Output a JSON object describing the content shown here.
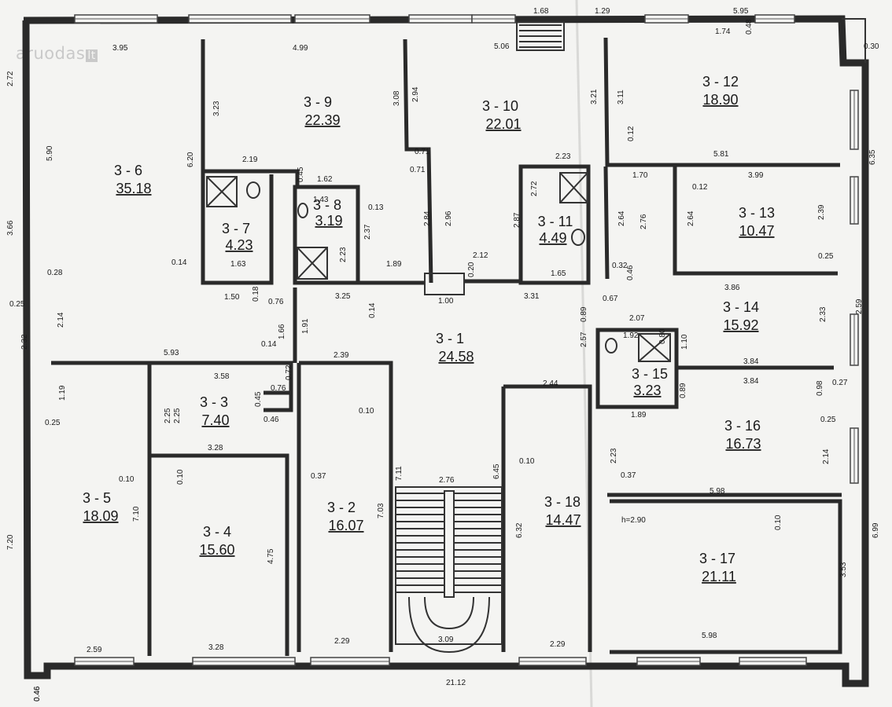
{
  "watermark": {
    "text": "aruodas",
    "suffix": "lt"
  },
  "rooms": [
    {
      "id": "room-3-1",
      "label": "3 - 1",
      "area": "24.58"
    },
    {
      "id": "room-3-2",
      "label": "3 - 2",
      "area": "16.07"
    },
    {
      "id": "room-3-3",
      "label": "3 - 3",
      "area": "7.40"
    },
    {
      "id": "room-3-4",
      "label": "3 - 4",
      "area": "15.60"
    },
    {
      "id": "room-3-5",
      "label": "3 - 5",
      "area": "18.09"
    },
    {
      "id": "room-3-6",
      "label": "3 - 6",
      "area": "35.18"
    },
    {
      "id": "room-3-7",
      "label": "3 - 7",
      "area": "4.23"
    },
    {
      "id": "room-3-8",
      "label": "3 - 8",
      "area": "3.19"
    },
    {
      "id": "room-3-9",
      "label": "3 - 9",
      "area": "22.39"
    },
    {
      "id": "room-3-10",
      "label": "3 - 10",
      "area": "22.01"
    },
    {
      "id": "room-3-11",
      "label": "3 - 11",
      "area": "4.49"
    },
    {
      "id": "room-3-12",
      "label": "3 - 12",
      "area": "18.90"
    },
    {
      "id": "room-3-13",
      "label": "3 - 13",
      "area": "10.47"
    },
    {
      "id": "room-3-14",
      "label": "3 - 14",
      "area": "15.92"
    },
    {
      "id": "room-3-15",
      "label": "3 - 15",
      "area": "3.23"
    },
    {
      "id": "room-3-16",
      "label": "3 - 16",
      "area": "16.73"
    },
    {
      "id": "room-3-17",
      "label": "3 - 17",
      "area": "21.11"
    },
    {
      "id": "room-3-18",
      "label": "3 - 18",
      "area": "14.47"
    }
  ],
  "dimensions": [
    "3.95",
    "4.99",
    "5.06",
    "1.68",
    "1.29",
    "5.95",
    "0.30",
    "1.74",
    "0.48",
    "2.72",
    "5.90",
    "6.20",
    "3.23",
    "3.08",
    "2.94",
    "3.21",
    "3.11",
    "6.35",
    "3.66",
    "0.28",
    "2.14",
    "2.32",
    "0.25",
    "7.20",
    "0.46",
    "2.19",
    "0.45",
    "1.62",
    "1.43",
    "0.13",
    "0.71",
    "0.71",
    "2.23",
    "2.72",
    "0.12",
    "1.70",
    "3.99",
    "5.81",
    "0.12",
    "2.37",
    "2.23",
    "2.84",
    "2.96",
    "2.87",
    "2.64",
    "2.76",
    "2.64",
    "2.39",
    "0.14",
    "1.63",
    "1.89",
    "2.12",
    "0.20",
    "1.65",
    "0.32",
    "0.46",
    "0.25",
    "3.86",
    "1.50",
    "0.18",
    "0.76",
    "3.25",
    "0.14",
    "1.00",
    "3.31",
    "0.67",
    "0.89",
    "2.07",
    "2.33",
    "2.59",
    "1.66",
    "1.91",
    "0.14",
    "5.93",
    "2.39",
    "2.57",
    "1.92",
    "0.80",
    "1.10",
    "3.58",
    "0.72",
    "0.76",
    "2.25",
    "2.44",
    "3.84",
    "3.84",
    "0.98",
    "0.27",
    "1.19",
    "0.25",
    "2.25",
    "0.45",
    "0.46",
    "0.10",
    "1.89",
    "0.89",
    "0.25",
    "3.28",
    "0.10",
    "0.10",
    "0.37",
    "2.76",
    "6.45",
    "0.10",
    "2.23",
    "2.14",
    "0.37",
    "5.98",
    "7.10",
    "4.75",
    "7.11",
    "7.03",
    "6.32",
    "0.10",
    "6.99",
    "3.53",
    "2.59",
    "3.28",
    "2.29",
    "3.09",
    "2.29",
    "5.98",
    "21.12",
    "0.46"
  ],
  "height_note": "h=2.90"
}
